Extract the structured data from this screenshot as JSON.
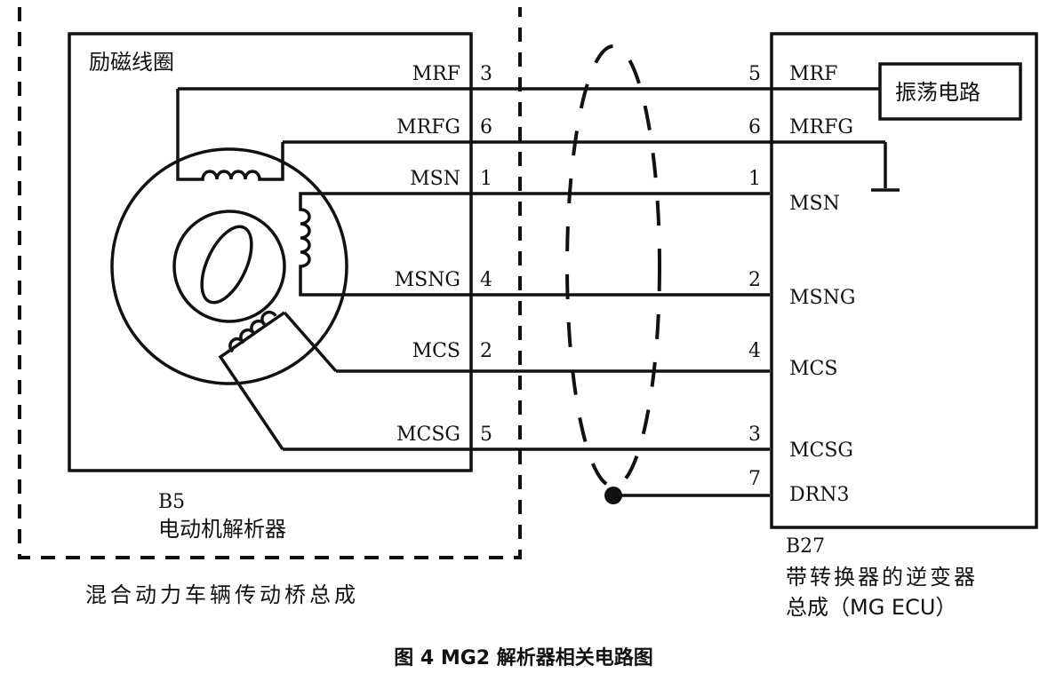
{
  "left_unit": {
    "coil_title": "励磁线圈",
    "id": "B5",
    "name": "电动机解析器",
    "assembly": "混合动力车辆传动桥总成"
  },
  "right_unit": {
    "id": "B27",
    "name_line1": "带转换器的逆变器",
    "name_line2": "总成（MG ECU）",
    "oscillator": "振荡电路"
  },
  "signals": [
    {
      "left_label": "MRF",
      "left_pin": "3",
      "right_pin": "5",
      "right_label": "MRF"
    },
    {
      "left_label": "MRFG",
      "left_pin": "6",
      "right_pin": "6",
      "right_label": "MRFG"
    },
    {
      "left_label": "MSN",
      "left_pin": "1",
      "right_pin": "1",
      "right_label": "MSN"
    },
    {
      "left_label": "MSNG",
      "left_pin": "4",
      "right_pin": "2",
      "right_label": "MSNG"
    },
    {
      "left_label": "MCS",
      "left_pin": "2",
      "right_pin": "4",
      "right_label": "MCS"
    },
    {
      "left_label": "MCSG",
      "left_pin": "5",
      "right_pin": "3",
      "right_label": "MCSG"
    }
  ],
  "shield": {
    "right_pin": "7",
    "right_label": "DRN3"
  },
  "caption": "图 4 MG2 解析器相关电路图"
}
